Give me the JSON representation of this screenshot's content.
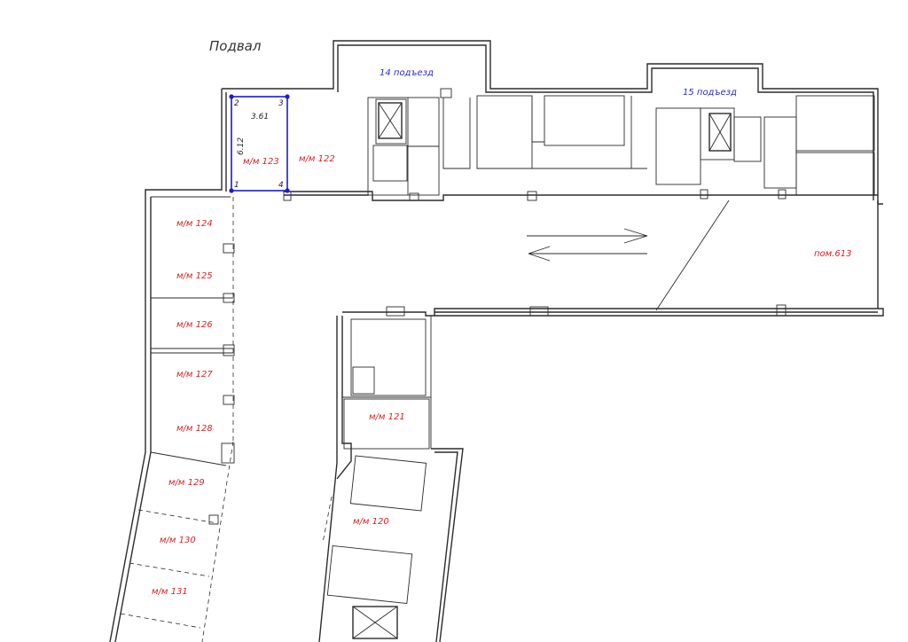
{
  "title": "Подвал",
  "entrances": {
    "e14": "14 подъезд",
    "e15": "15 подъезд"
  },
  "selected_unit": {
    "label": "м/м 123",
    "width_label": "3.61",
    "height_label": "6.12",
    "corners": [
      "1",
      "2",
      "3",
      "4"
    ]
  },
  "units": {
    "u122": "м/м 122",
    "u124": "м/м 124",
    "u125": "м/м 125",
    "u126": "м/м 126",
    "u127": "м/м 127",
    "u128": "м/м 128",
    "u129": "м/м 129",
    "u130": "м/м 130",
    "u131": "м/м 131",
    "u121": "м/м 121",
    "u120": "м/м 120",
    "room": "пом.613"
  },
  "colors": {
    "unit_labels": "#e02020",
    "entrance_labels": "#2a2ad0",
    "selection": "#1c1ccf",
    "walls": "#2b2b2b"
  }
}
